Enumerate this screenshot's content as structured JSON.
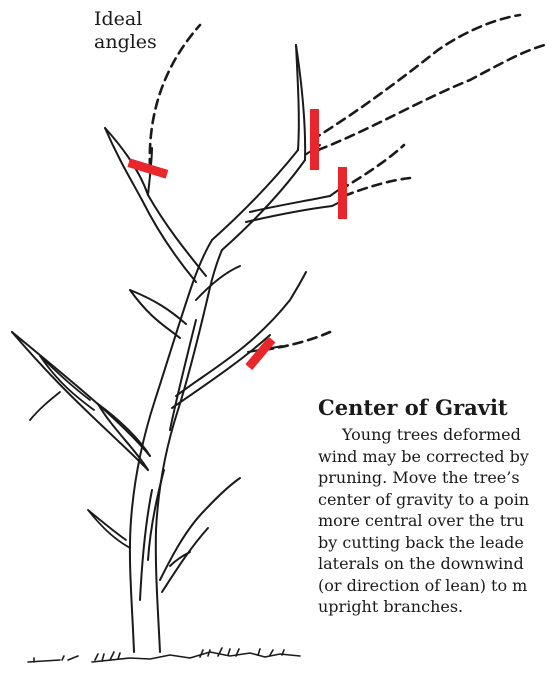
{
  "labels": {
    "ideal_line1": "Ideal",
    "ideal_line2": "angles"
  },
  "section": {
    "title": "Center of Gravit",
    "lines": [
      "Young trees deformed",
      "wind may be corrected by",
      "pruning. Move the tree’s",
      "center of gravity to a poin",
      "more central over the tru",
      "by cutting back the leade",
      "laterals on the downwind",
      "(or direction of lean) to m",
      "upright branches."
    ]
  },
  "colors": {
    "ink": "#1a1a1a",
    "cut_mark": "#e8262b",
    "background": "#ffffff"
  }
}
